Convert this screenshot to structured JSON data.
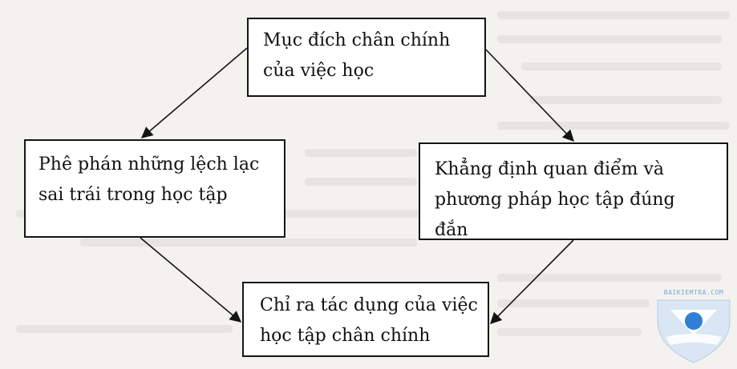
{
  "diagram": {
    "boxes": {
      "top": [
        "Mục đích chân chính",
        "của việc học"
      ],
      "left": [
        "Phê phán những lệch lạc",
        "sai trái trong học tập"
      ],
      "right": [
        "Khẳng định quan điểm và",
        "phương pháp học tập đúng",
        "đắn"
      ],
      "bottom": [
        "Chỉ ra tác dụng của việc",
        "học tập chân chính"
      ]
    }
  },
  "watermark": {
    "text": "BAIKIEMTRA.COM",
    "color": "#7aa6d8"
  }
}
